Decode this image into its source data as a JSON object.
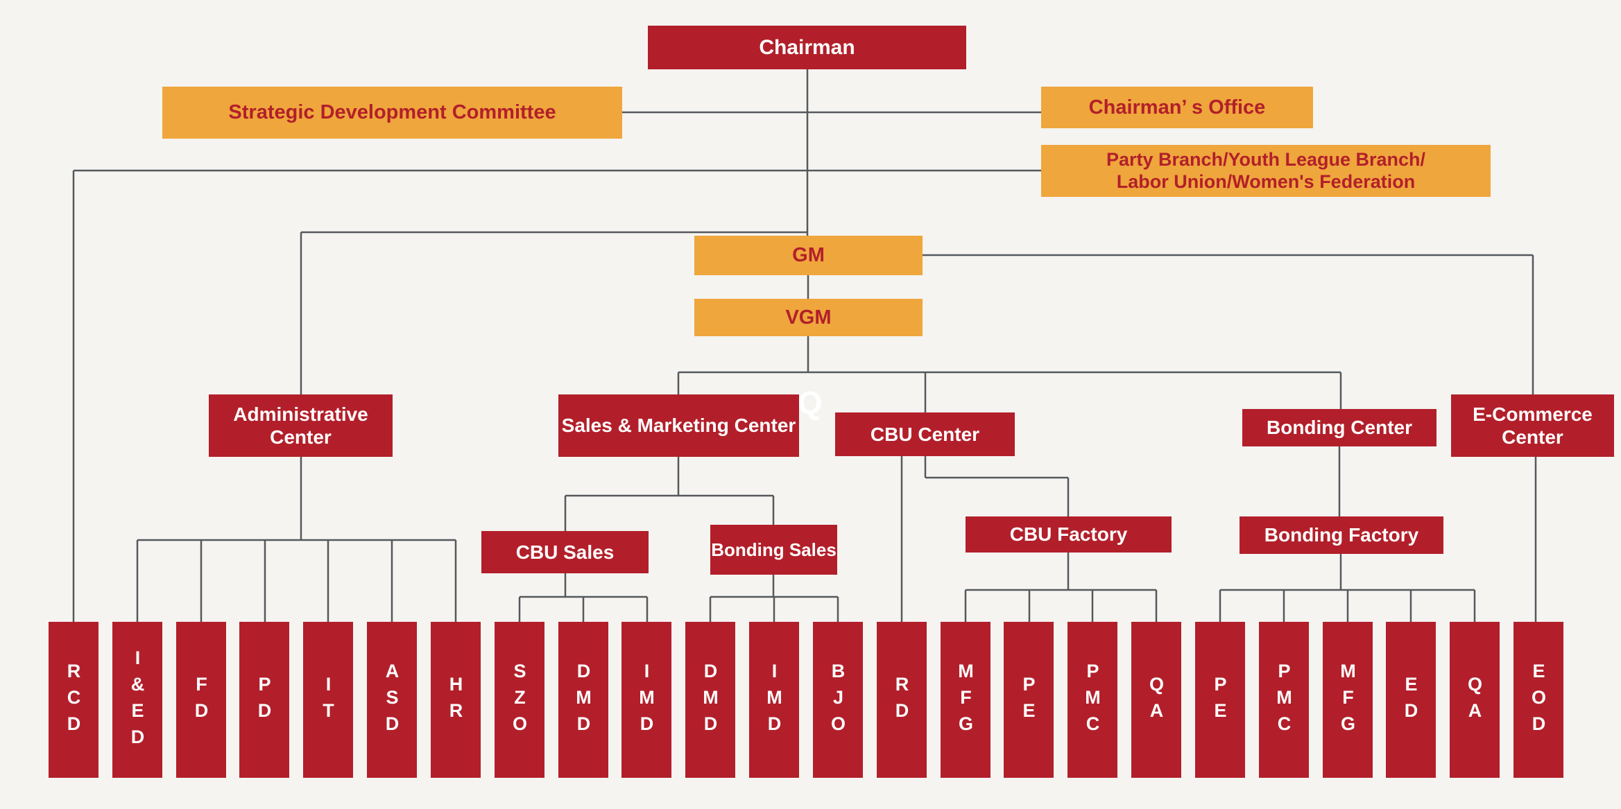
{
  "colors": {
    "node_red": "#B21F2A",
    "node_gold": "#EFA63C",
    "background": "#F5F4F1",
    "connector": "#55585C",
    "text_on_red": "#FFFFFF",
    "text_on_gold": "#B21F2A"
  },
  "nodes": {
    "chairman": "Chairman",
    "strategic_committee": "Strategic Development Committee",
    "chairman_office": "Chairman’ s Office",
    "party_branch_line1": "Party Branch/Youth League Branch/",
    "party_branch_line2": "Labor Union/Women's Federation",
    "gm": "GM",
    "vgm": "VGM",
    "administrative_center": "Administrative Center",
    "sales_marketing_center": "Sales & Marketing Center",
    "cbu_center": "CBU Center",
    "bonding_center": "Bonding Center",
    "ecommerce_center": "E-Commerce Center",
    "cbu_sales": "CBU Sales",
    "bonding_sales": "Bonding Sales",
    "cbu_factory": "CBU Factory",
    "bonding_factory": "Bonding Factory"
  },
  "bottom_units": [
    "RCD",
    "I&ED",
    "FD",
    "PD",
    "IT",
    "ASD",
    "HR",
    "SZO",
    "DMD",
    "IMD",
    "DMD",
    "IMD",
    "BJO",
    "RD",
    "MFG",
    "PE",
    "PMC",
    "QA",
    "PE",
    "PMC",
    "MFG",
    "ED",
    "QA",
    "EOD"
  ],
  "watermark": "Q"
}
